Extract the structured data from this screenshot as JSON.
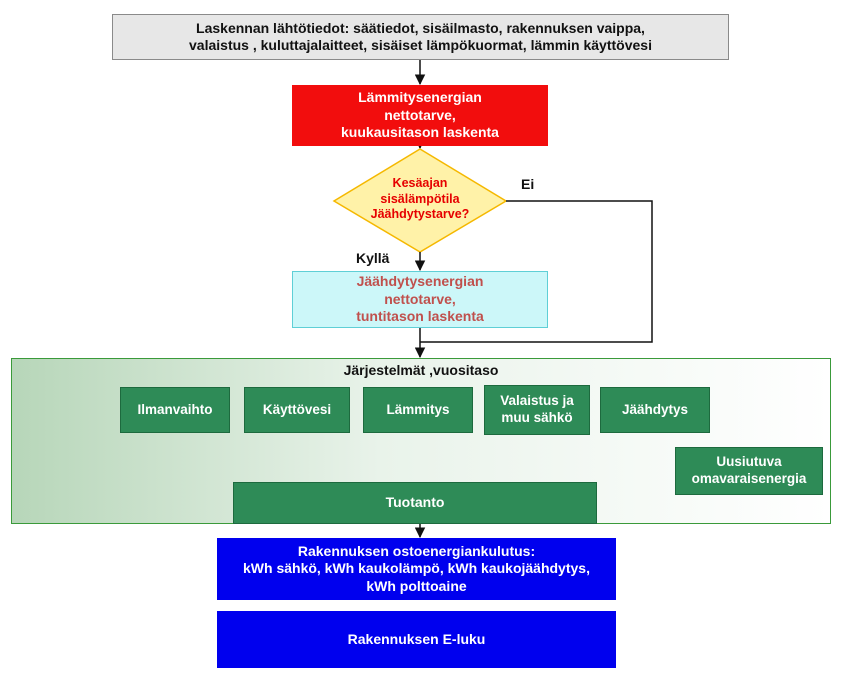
{
  "inputs": {
    "line1": "Laskennan lähtötiedot: säätiedot, sisäilmasto, rakennuksen vaippa,",
    "line2": "valaistus , kuluttajalaitteet, sisäiset lämpökuormat, lämmin käyttövesi"
  },
  "heating": {
    "line1": "Lämmitysenergian",
    "line2": "nettotarve,",
    "line3": "kuukausitason laskenta"
  },
  "decision": {
    "line1": "Kesäajan",
    "line2": "sisälämpötila",
    "line3": "Jäähdytystarve?",
    "no_label": "Ei",
    "yes_label": "Kyllä"
  },
  "cooling": {
    "line1": "Jäähdytysenergian",
    "line2": "nettotarve,",
    "line3": "tuntitason laskenta"
  },
  "systems": {
    "title": "Järjestelmät ,vuositaso",
    "items": [
      "Ilmanvaihto",
      "Käyttövesi",
      "Lämmitys",
      "Valaistus ja muu sähkö",
      "Jäähdytys"
    ],
    "valaistus_line1": "Valaistus ja",
    "valaistus_line2": "muu sähkö",
    "renewable_line1": "Uusiutuva",
    "renewable_line2": "omavaraisenergia",
    "production": "Tuotanto"
  },
  "purchase": {
    "line1": "Rakennuksen ostoenergiankulutus:",
    "line2": "kWh sähkö, kWh kaukolämpö, kWh kaukojäähdytys,",
    "line3": "kWh polttoaine"
  },
  "eluku": "Rakennuksen E-luku",
  "colors": {
    "inputs_bg": "#e7e7e7",
    "heating_bg": "#f20d0d",
    "decision_fill": "#fff2a8",
    "decision_border": "#f5b800",
    "decision_text": "#e60000",
    "cooling_bg": "#ccf7f9",
    "cooling_text": "#c0504d",
    "systems_green": "#2e8b57",
    "result_blue": "#0000ee"
  }
}
